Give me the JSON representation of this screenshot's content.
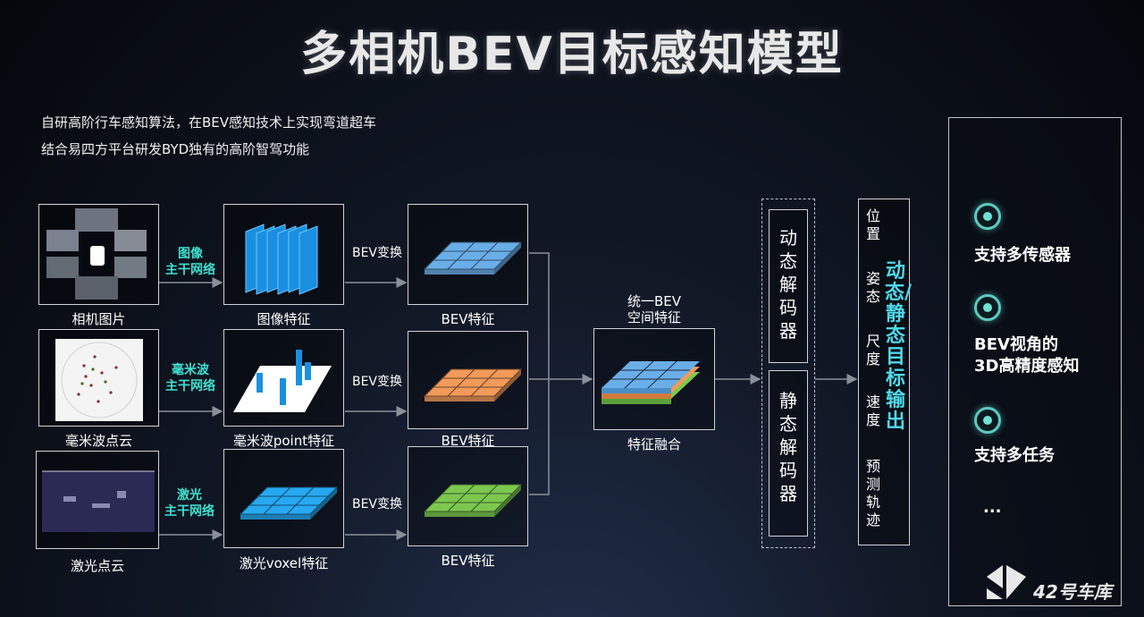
{
  "title": "多相机BEV目标感知模型",
  "intro": [
    "自研高阶行车感知算法，在BEV感知技术上实现弯道超车",
    "结合易四方平台研发BYD独有的高阶智驾功能"
  ],
  "rows": [
    {
      "input_caption": "相机图片",
      "backbone": "图像\n主干网络",
      "feature_caption": "图像特征",
      "transform": "BEV变换",
      "bev_caption": "BEV特征"
    },
    {
      "input_caption": "毫米波点云",
      "backbone": "毫米波\n主干网络",
      "feature_caption": "毫米波point特征",
      "transform": "BEV变换",
      "bev_caption": "BEV特征"
    },
    {
      "input_caption": "激光点云",
      "backbone": "激光\n主干网络",
      "feature_caption": "激光voxel特征",
      "transform": "BEV变换",
      "bev_caption": "BEV特征"
    }
  ],
  "fusion": {
    "top_caption": "统一BEV\n空间特征",
    "bottom_caption": "特征融合"
  },
  "decoders": [
    "动态解码器",
    "静态解码器"
  ],
  "outputs": {
    "attributes": [
      "位置",
      "姿态",
      "尺度",
      "速度",
      "预测轨迹"
    ],
    "highlight": "动态/静态目标输出"
  },
  "panel_items": [
    "支持多传感器",
    "BEV视角的\n3D高精度感知",
    "支持多任务",
    "..."
  ],
  "watermark": "42号车库",
  "colors": {
    "accent_cyan": "#3fe0d0",
    "bev_blue": "#6aaee8",
    "bev_orange": "#f29a5a",
    "bev_green": "#7cc84f",
    "highlight_text": "#4fd8e8"
  }
}
